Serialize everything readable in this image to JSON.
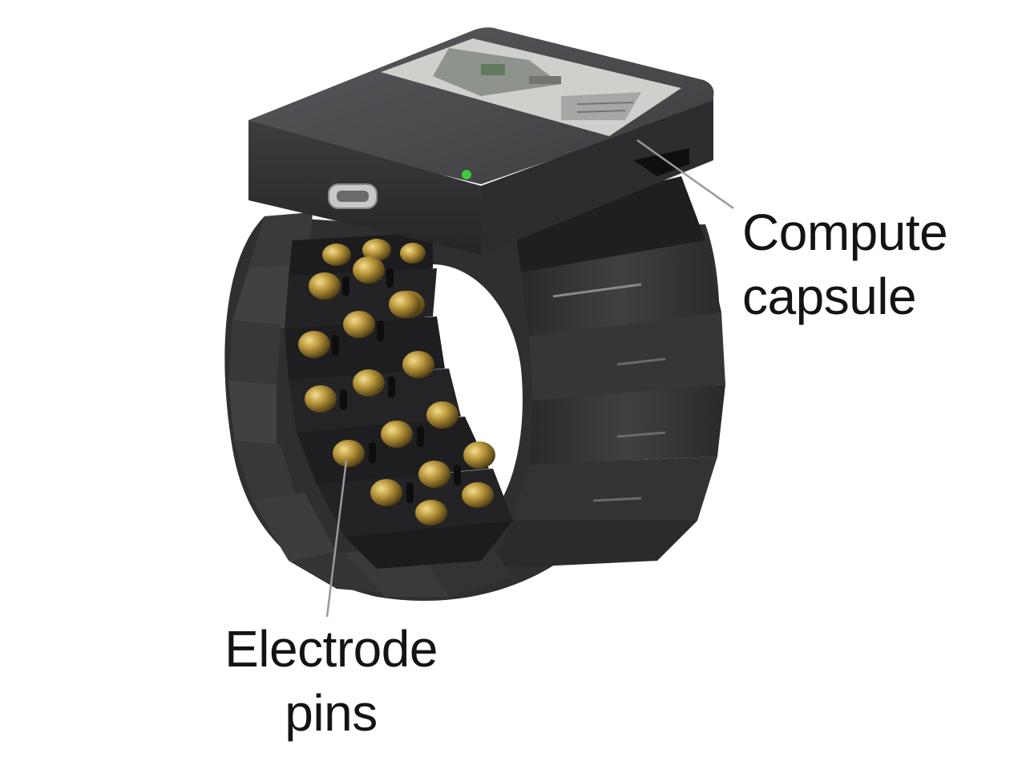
{
  "labels": {
    "compute_capsule": {
      "line1": "Compute",
      "line2": "capsule"
    },
    "electrode_pins": {
      "line1": "Electrode",
      "line2": "pins"
    }
  },
  "colors": {
    "band": "#3a3a3c",
    "band_dark": "#1e1e20",
    "capsule_top": "#4a4a4d",
    "capsule_side": "#2e2e30",
    "window": "#c8c8c6",
    "pin": "#b8953a",
    "led": "#3dcc3d",
    "leader_line": "#9a9a9a"
  }
}
